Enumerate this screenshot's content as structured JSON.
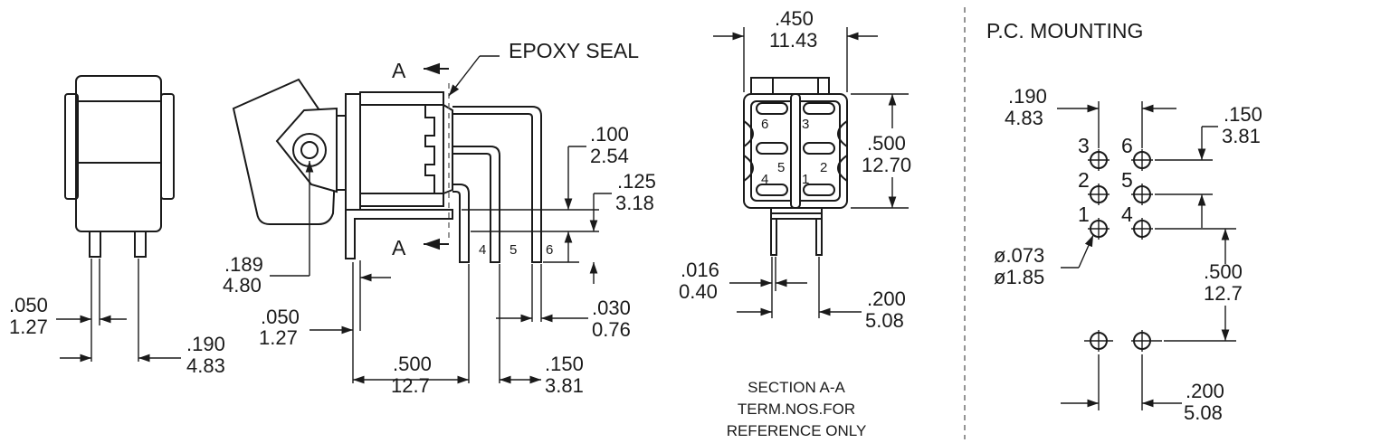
{
  "labels": {
    "epoxy_seal": "EPOXY SEAL",
    "section_marker": "A",
    "pc_mounting": "P.C. MOUNTING",
    "section_note": [
      "SECTION A-A",
      "TERM.NOS.FOR",
      "REFERENCE ONLY"
    ]
  },
  "dims": {
    "front_pin_thickness": [
      ".050",
      "1.27"
    ],
    "front_pin_spacing": [
      ".190",
      "4.83"
    ],
    "side_pivot": [
      ".189",
      "4.80"
    ],
    "side_bracket": [
      ".050",
      "1.27"
    ],
    "side_length": [
      ".500",
      "12.7"
    ],
    "side_spacing": [
      ".150",
      "3.81"
    ],
    "side_t1": [
      ".100",
      "2.54"
    ],
    "side_t2": [
      ".125",
      "3.18"
    ],
    "side_t3": [
      ".030",
      "0.76"
    ],
    "sec_width": [
      ".450",
      "11.43"
    ],
    "sec_height": [
      ".500",
      "12.70"
    ],
    "sec_pin": [
      ".016",
      "0.40"
    ],
    "sec_pin_spacing": [
      ".200",
      "5.08"
    ],
    "pcb_col_offset": [
      ".190",
      "4.83"
    ],
    "pcb_row_spacing": [
      ".150",
      "3.81"
    ],
    "pcb_hole_dia": [
      "ø.073",
      "ø1.85"
    ],
    "pcb_vertical": [
      ".500",
      "12.7"
    ],
    "pcb_horizontal": [
      ".200",
      "5.08"
    ]
  },
  "terminals": {
    "side": [
      "4",
      "5",
      "6"
    ],
    "section": [
      "6",
      "3",
      "5",
      "2",
      "4",
      "1"
    ],
    "pcb": [
      "3",
      "6",
      "2",
      "5",
      "1",
      "4"
    ]
  }
}
